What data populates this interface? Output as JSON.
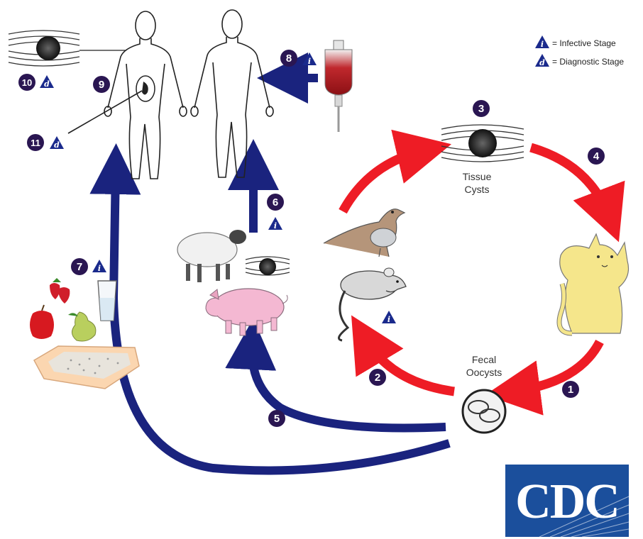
{
  "legend": {
    "infective_symbol": "i",
    "infective_label": "= Infective Stage",
    "diagnostic_symbol": "d",
    "diagnostic_label": "= Diagnostic Stage"
  },
  "labels": {
    "tissue_cysts_line1": "Tissue",
    "tissue_cysts_line2": "Cysts",
    "fecal_oocysts_line1": "Fecal",
    "fecal_oocysts_line2": "Oocysts"
  },
  "steps": [
    "1",
    "2",
    "3",
    "4",
    "5",
    "6",
    "7",
    "8",
    "9",
    "10",
    "11"
  ],
  "logo": {
    "text": "CDC",
    "color": "#1b4f9c"
  },
  "colors": {
    "red_arrow": "#ee1c25",
    "blue_arrow": "#1a237e",
    "step_badge": "#2a1652",
    "triangle": "#1a2a8c"
  }
}
